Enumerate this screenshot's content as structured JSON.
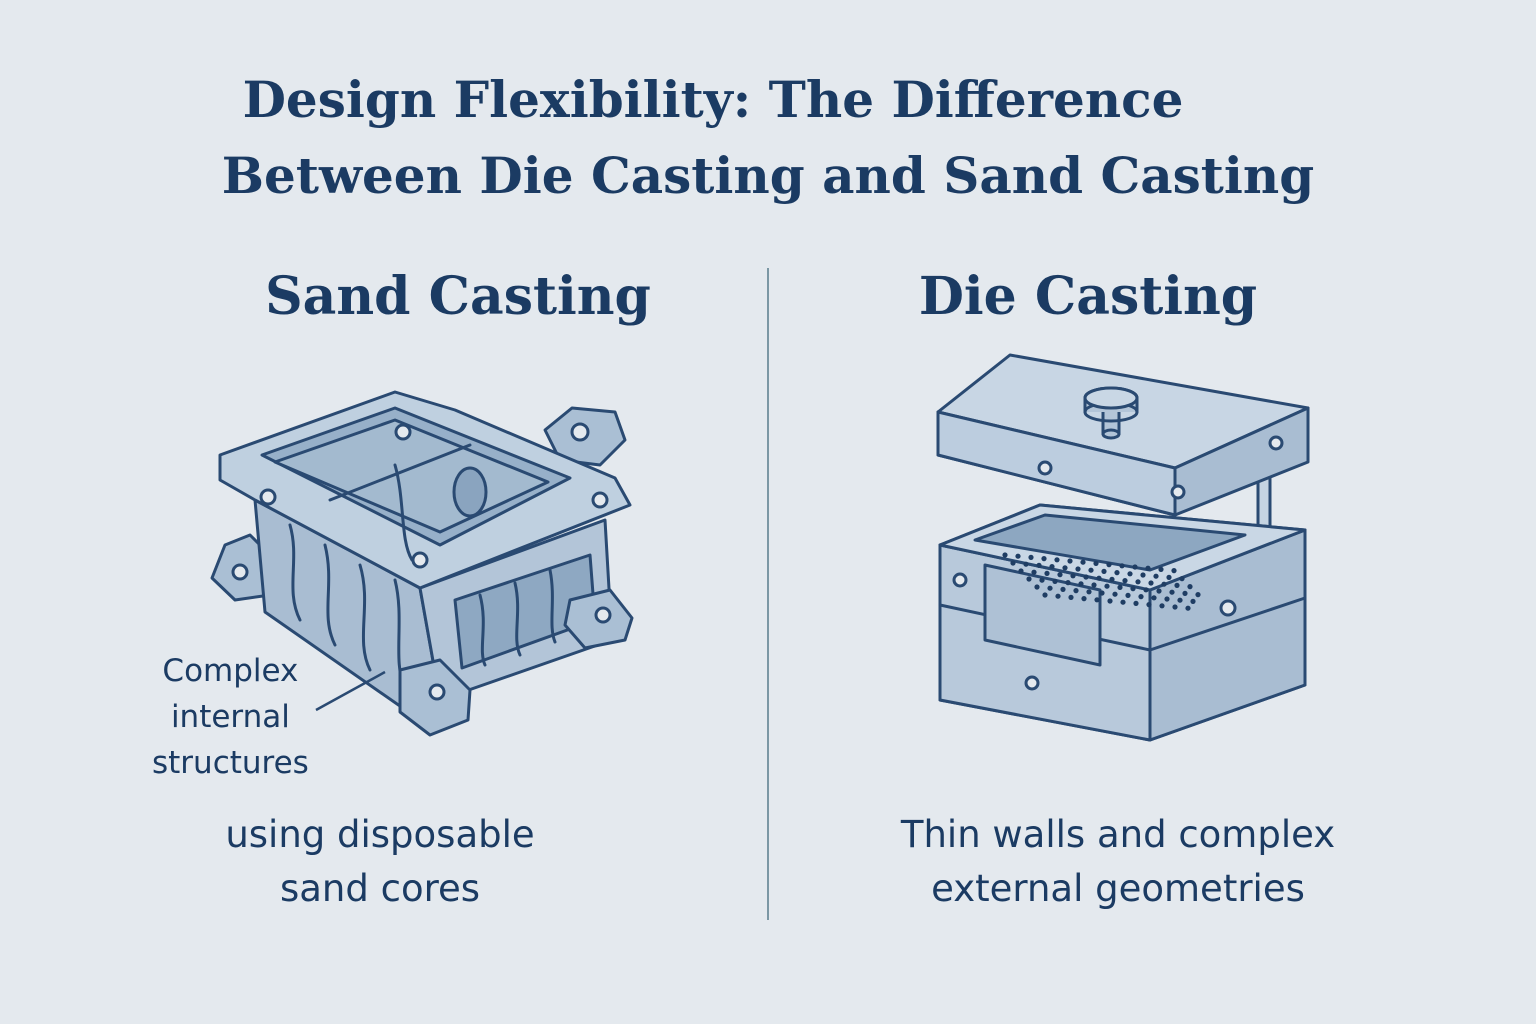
{
  "title": {
    "line1": "Design Flexibility: The Difference",
    "line2": "Between Die Casting and Sand Casting"
  },
  "sand": {
    "heading": "Sand Casting",
    "callout": [
      "Complex",
      "internal",
      "structures"
    ],
    "caption": [
      "using disposable",
      "sand cores"
    ]
  },
  "die": {
    "heading": "Die Casting",
    "caption": [
      "Thin walls and complex",
      "external geometries"
    ]
  },
  "colors": {
    "background": "#e4e9ee",
    "text": "#1b3b63",
    "outline": "#2a4a72",
    "fill": "#b9cadb",
    "divider": "#7b97a4"
  }
}
